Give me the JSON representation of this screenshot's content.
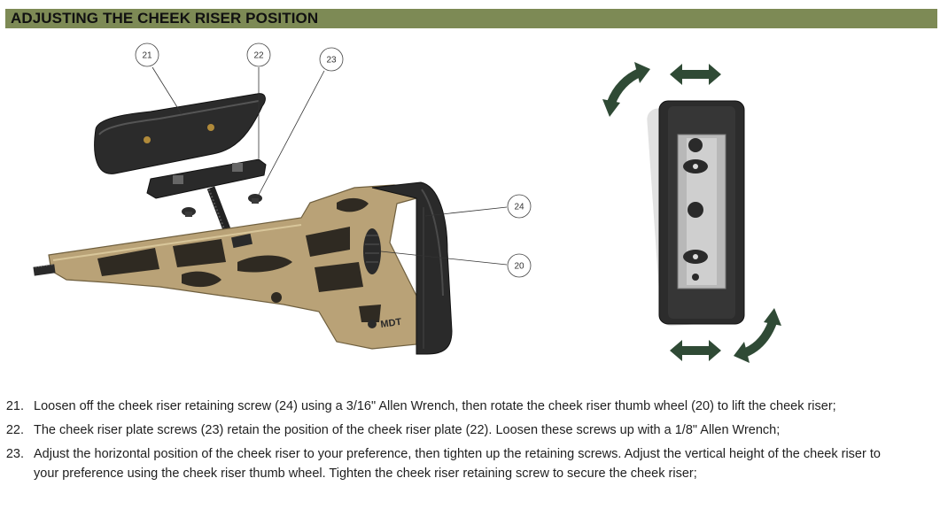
{
  "header": {
    "title": "ADJUSTING THE CHEEK RISER POSITION",
    "bar_color": "#7d8a55"
  },
  "figure": {
    "callouts": [
      "21",
      "22",
      "23",
      "24",
      "20"
    ],
    "logo_text": "MDT",
    "arrow_color": "#2f4a35",
    "stock_color": "#b9a277"
  },
  "steps": [
    {
      "number": "21.",
      "text": "Loosen off the cheek riser retaining screw (24) using a 3/16\" Allen Wrench, then rotate the cheek riser thumb wheel (20) to lift the cheek riser;"
    },
    {
      "number": "22.",
      "text": "The cheek riser plate screws (23) retain the position of the cheek riser plate (22). Loosen these screws up with a 1/8\" Allen Wrench;"
    },
    {
      "number": "23.",
      "text": "Adjust the horizontal position of the cheek riser to your preference, then tighten up the retaining screws. Adjust the vertical height of the cheek riser to your preference using the cheek riser thumb wheel. Tighten the cheek riser retaining screw to secure the cheek riser;"
    }
  ]
}
